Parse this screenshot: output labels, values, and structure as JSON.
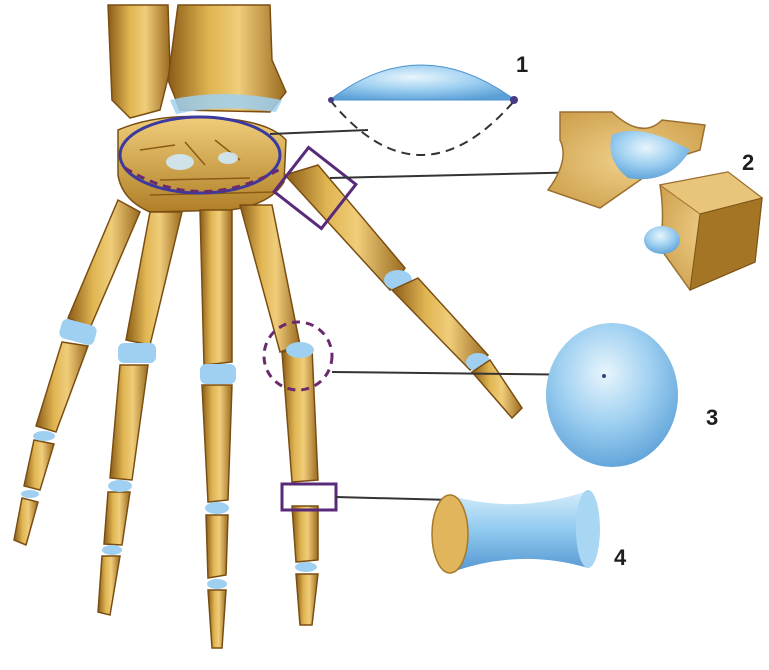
{
  "labels": [
    {
      "id": "1",
      "text": "1"
    },
    {
      "id": "2",
      "text": "2"
    },
    {
      "id": "3",
      "text": "3"
    },
    {
      "id": "4",
      "text": "4"
    }
  ],
  "colors": {
    "bone": "#d1a43a",
    "bone_dark": "#8a5b17",
    "bone_light": "#ecc773",
    "cartilage": "#8fc9ef",
    "cartilage_dark": "#4a92cf",
    "outline": "#4c3a8a",
    "leader": "#333333",
    "block": "#e2b965"
  }
}
